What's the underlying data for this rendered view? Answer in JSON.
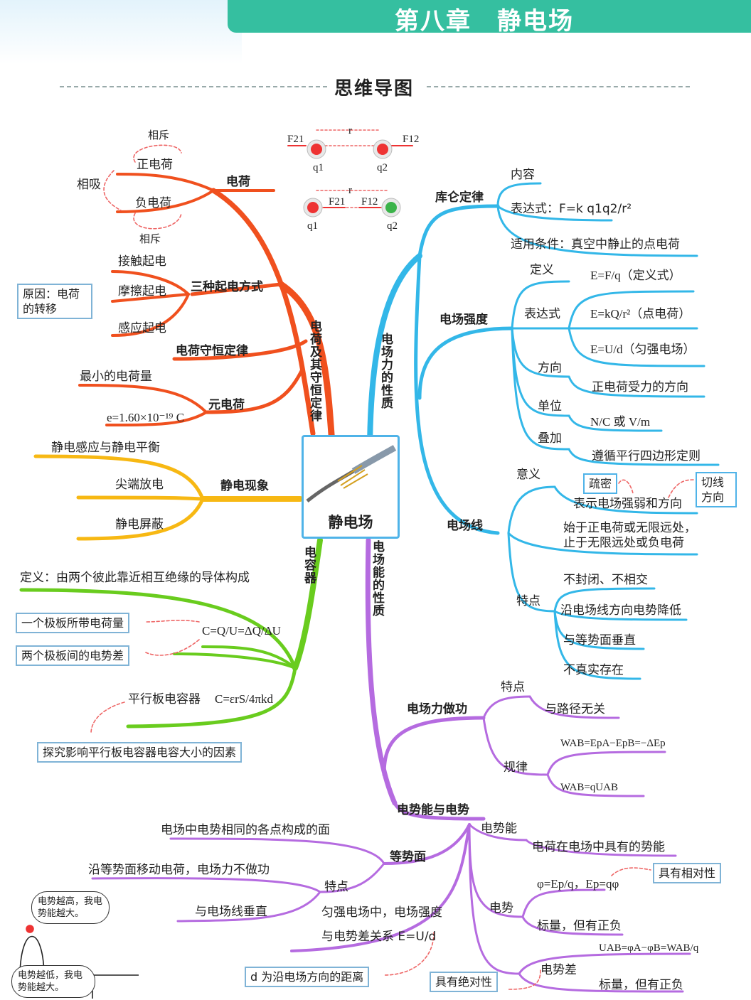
{
  "header": {
    "chapter": "第八章　静电场",
    "subtitle": "思维导图"
  },
  "center": {
    "title": "静电场"
  },
  "branches": {
    "charge_law": "电荷及其守恒定律",
    "phenomena": "静电现象",
    "capacitor": "电容器",
    "force": "电场力的性质",
    "energy": "电场能的性质"
  },
  "charge": {
    "title": "电荷",
    "repel1": "相斥",
    "positive": "正电荷",
    "attract": "相吸",
    "negative": "负电荷",
    "repel2": "相斥"
  },
  "electrify": {
    "title": "三种起电方式",
    "m1": "接触起电",
    "m2": "摩擦起电",
    "m3": "感应起电",
    "reason": "原因：电荷的转移"
  },
  "conservation": "电荷守恒定律",
  "elementary": {
    "title": "元电荷",
    "min": "最小的电荷量",
    "value": "e=1.60×10⁻¹⁹ C"
  },
  "phenomena_items": [
    "静电感应与静电平衡",
    "尖端放电",
    "静电屏蔽"
  ],
  "capacitor": {
    "definition": "定义：由两个彼此靠近相互绝缘的导体构成",
    "box_q": "一个极板所带电荷量",
    "box_u": "两个极板间的电势差",
    "formula": "C=Q/U=ΔQ/ΔU",
    "parallel_label": "平行板电容器",
    "parallel_formula": "C=εrS/4πkd",
    "explore": "探究影响平行板电容器电容大小的因素"
  },
  "coulomb": {
    "title": "库仑定律",
    "content": "内容",
    "expression": "表达式：F=k q1q2/r²",
    "condition": "适用条件：真空中静止的点电荷"
  },
  "field_strength": {
    "title": "电场强度",
    "def_label": "定义",
    "def_formula": "E=F/q（定义式）",
    "expr_label": "表达式",
    "point": "E=kQ/r²（点电荷）",
    "uniform": "E=U/d（匀强电场）",
    "dir_label": "方向",
    "dir_value": "正电荷受力的方向",
    "unit_label": "单位",
    "unit_value": "N/C 或 V/m",
    "super_label": "叠加",
    "super_value": "遵循平行四边形定则"
  },
  "field_lines": {
    "title": "电场线",
    "meaning": "意义",
    "density": "疏密",
    "tangent": "切线方向",
    "represent": "表示电场强弱和方向",
    "origin1": "始于正电荷或无限远处，",
    "origin2": "止于无限远处或负电荷",
    "features": "特点",
    "f1": "不封闭、不相交",
    "f2": "沿电场线方向电势降低",
    "f3": "与等势面垂直",
    "f4": "不真实存在"
  },
  "work": {
    "title": "电场力做功",
    "feat_label": "特点",
    "feat_value": "与路径无关",
    "rule_label": "规律",
    "rule1": "WAB=EpA−EpB=−ΔEp",
    "rule2": "WAB=qUAB"
  },
  "potential": {
    "title": "电势能与电势",
    "energy_label": "电势能",
    "energy_value": "电荷在电场中具有的势能",
    "phi_label": "电势",
    "phi_formula": "φ=Ep/q，Ep=qφ",
    "relative": "具有相对性",
    "scalar1": "标量，但有正负",
    "diff_label": "电势差",
    "diff_formula": "UAB=φA−φB=WAB/q",
    "scalar2": "标量，但有正负",
    "absolute": "具有绝对性"
  },
  "equipotential": {
    "title": "等势面",
    "def": "电场中电势相同的各点构成的面",
    "feat_label": "特点",
    "f1": "沿等势面移动电荷，电场力不做功",
    "f2": "与电场线垂直",
    "relation1": "匀强电场中，电场强度",
    "relation2": "与电势差关系 E=U/d",
    "note": "d 为沿电场方向的距离"
  },
  "bubbles": {
    "high": "电势越高，我电势能越大。",
    "low": "电势越低，我电势能越大。"
  },
  "diagram": {
    "F21": "F21",
    "F12": "F12",
    "r": "r",
    "q1": "q1",
    "q2": "q2"
  },
  "colors": {
    "header": "#35bfa0",
    "red": "#f0501e",
    "orange": "#f7b813",
    "green": "#69cc1e",
    "blue": "#33b7e8",
    "purple": "#b56be0"
  }
}
